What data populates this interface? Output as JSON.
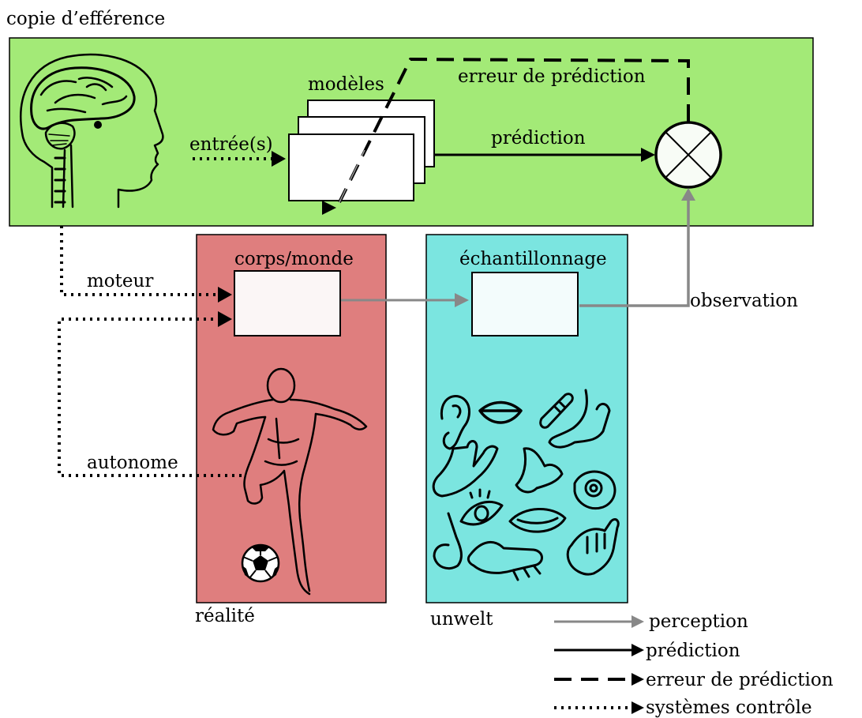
{
  "labels": {
    "efference_copy": "copie d’efférence",
    "models": "modèles",
    "inputs": "entrée(s)",
    "prediction_error": "erreur de prédiction",
    "prediction": "prédiction",
    "motor": "moteur",
    "autonomic": "autonome",
    "body_world": "corps/monde",
    "sampling": "échantillonnage",
    "observation": "observation",
    "reality": "réalité",
    "umwelt": "unwelt"
  },
  "legend": [
    {
      "style": "perception",
      "label": "perception",
      "color": "#888888"
    },
    {
      "style": "prediction",
      "label": "prédiction",
      "color": "#000000"
    },
    {
      "style": "error",
      "label": "erreur de prédiction",
      "color": "#000000"
    },
    {
      "style": "control",
      "label": "systèmes contrôle",
      "color": "#000000"
    }
  ],
  "colors": {
    "brain_panel": "#a3ea77",
    "reality_panel": "#df7e7e",
    "umwelt_panel": "#7be5e0",
    "perception_arrow": "#888888"
  },
  "icons": [
    "brain-head-icon",
    "footballer-icon",
    "soccer-ball-icon",
    "senses-collage-icon"
  ]
}
